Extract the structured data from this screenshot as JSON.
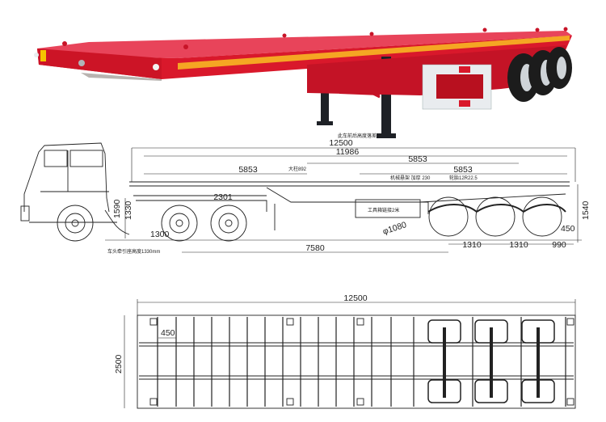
{
  "photo": {
    "subject": "Red three-axle flatbed semi-trailer",
    "colors": {
      "body": "#d9182b",
      "deck": "#e8445a",
      "stripe": "#f5a623",
      "tire": "#1c1c1c",
      "rim": "#cfd4d8",
      "guard": "#e9ecef",
      "leg": "#1e2126"
    },
    "caption": "此车前后高度落差50"
  },
  "side_view": {
    "dimensions": {
      "overall_length": "12500",
      "deck_length": "11986",
      "span_front": "5853",
      "span_mid": "5853",
      "span_rear": "5853",
      "king_pin": "大柱892",
      "king_pin_height": "2301",
      "height_front": "1590",
      "height_coupling": "1330",
      "front_overhang": "1300",
      "fifth_wheel_to_axle": "7580",
      "tire_diameter": "φ1080",
      "axle_spacing_1": "1310",
      "axle_spacing_2": "1310",
      "rear_overhang": "990",
      "rear_height": "1540",
      "rear_low": "450"
    },
    "annotations": {
      "suspension": "机械悬架 加厚 230",
      "tire_spec": "轮胎12R22.5",
      "toolbox": "工具箱链接2米",
      "coupling_height": "车头牵引座高度1330mm"
    }
  },
  "plan_view": {
    "dimensions": {
      "overall_length": "12500",
      "overall_width": "2500",
      "crossmember_spacing": "450"
    }
  }
}
